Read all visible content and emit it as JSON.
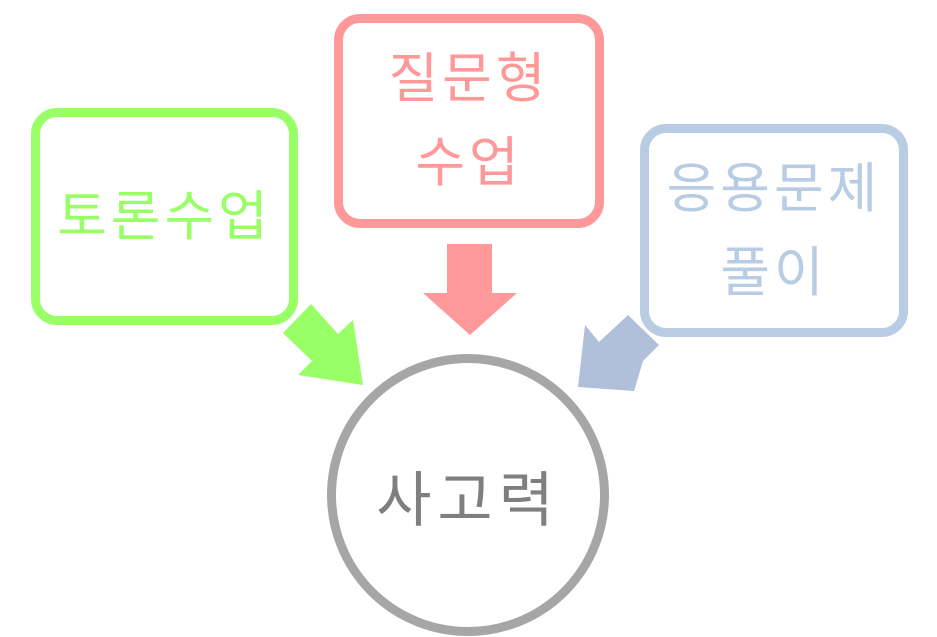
{
  "diagram": {
    "inputs": [
      {
        "key": "discussion",
        "lines": [
          "토론수업"
        ],
        "color": "#99ff66"
      },
      {
        "key": "question",
        "lines": [
          "질문형",
          "수업"
        ],
        "color": "#ff9999"
      },
      {
        "key": "applied",
        "lines": [
          "응용문제",
          "풀이"
        ],
        "color": "#b8cce4"
      }
    ],
    "target": {
      "label": "사고력",
      "color": "#a6a6a6"
    },
    "arrow_colors": {
      "discussion": "#99ff66",
      "question": "#ff9999",
      "applied": "#b0bfda"
    }
  }
}
